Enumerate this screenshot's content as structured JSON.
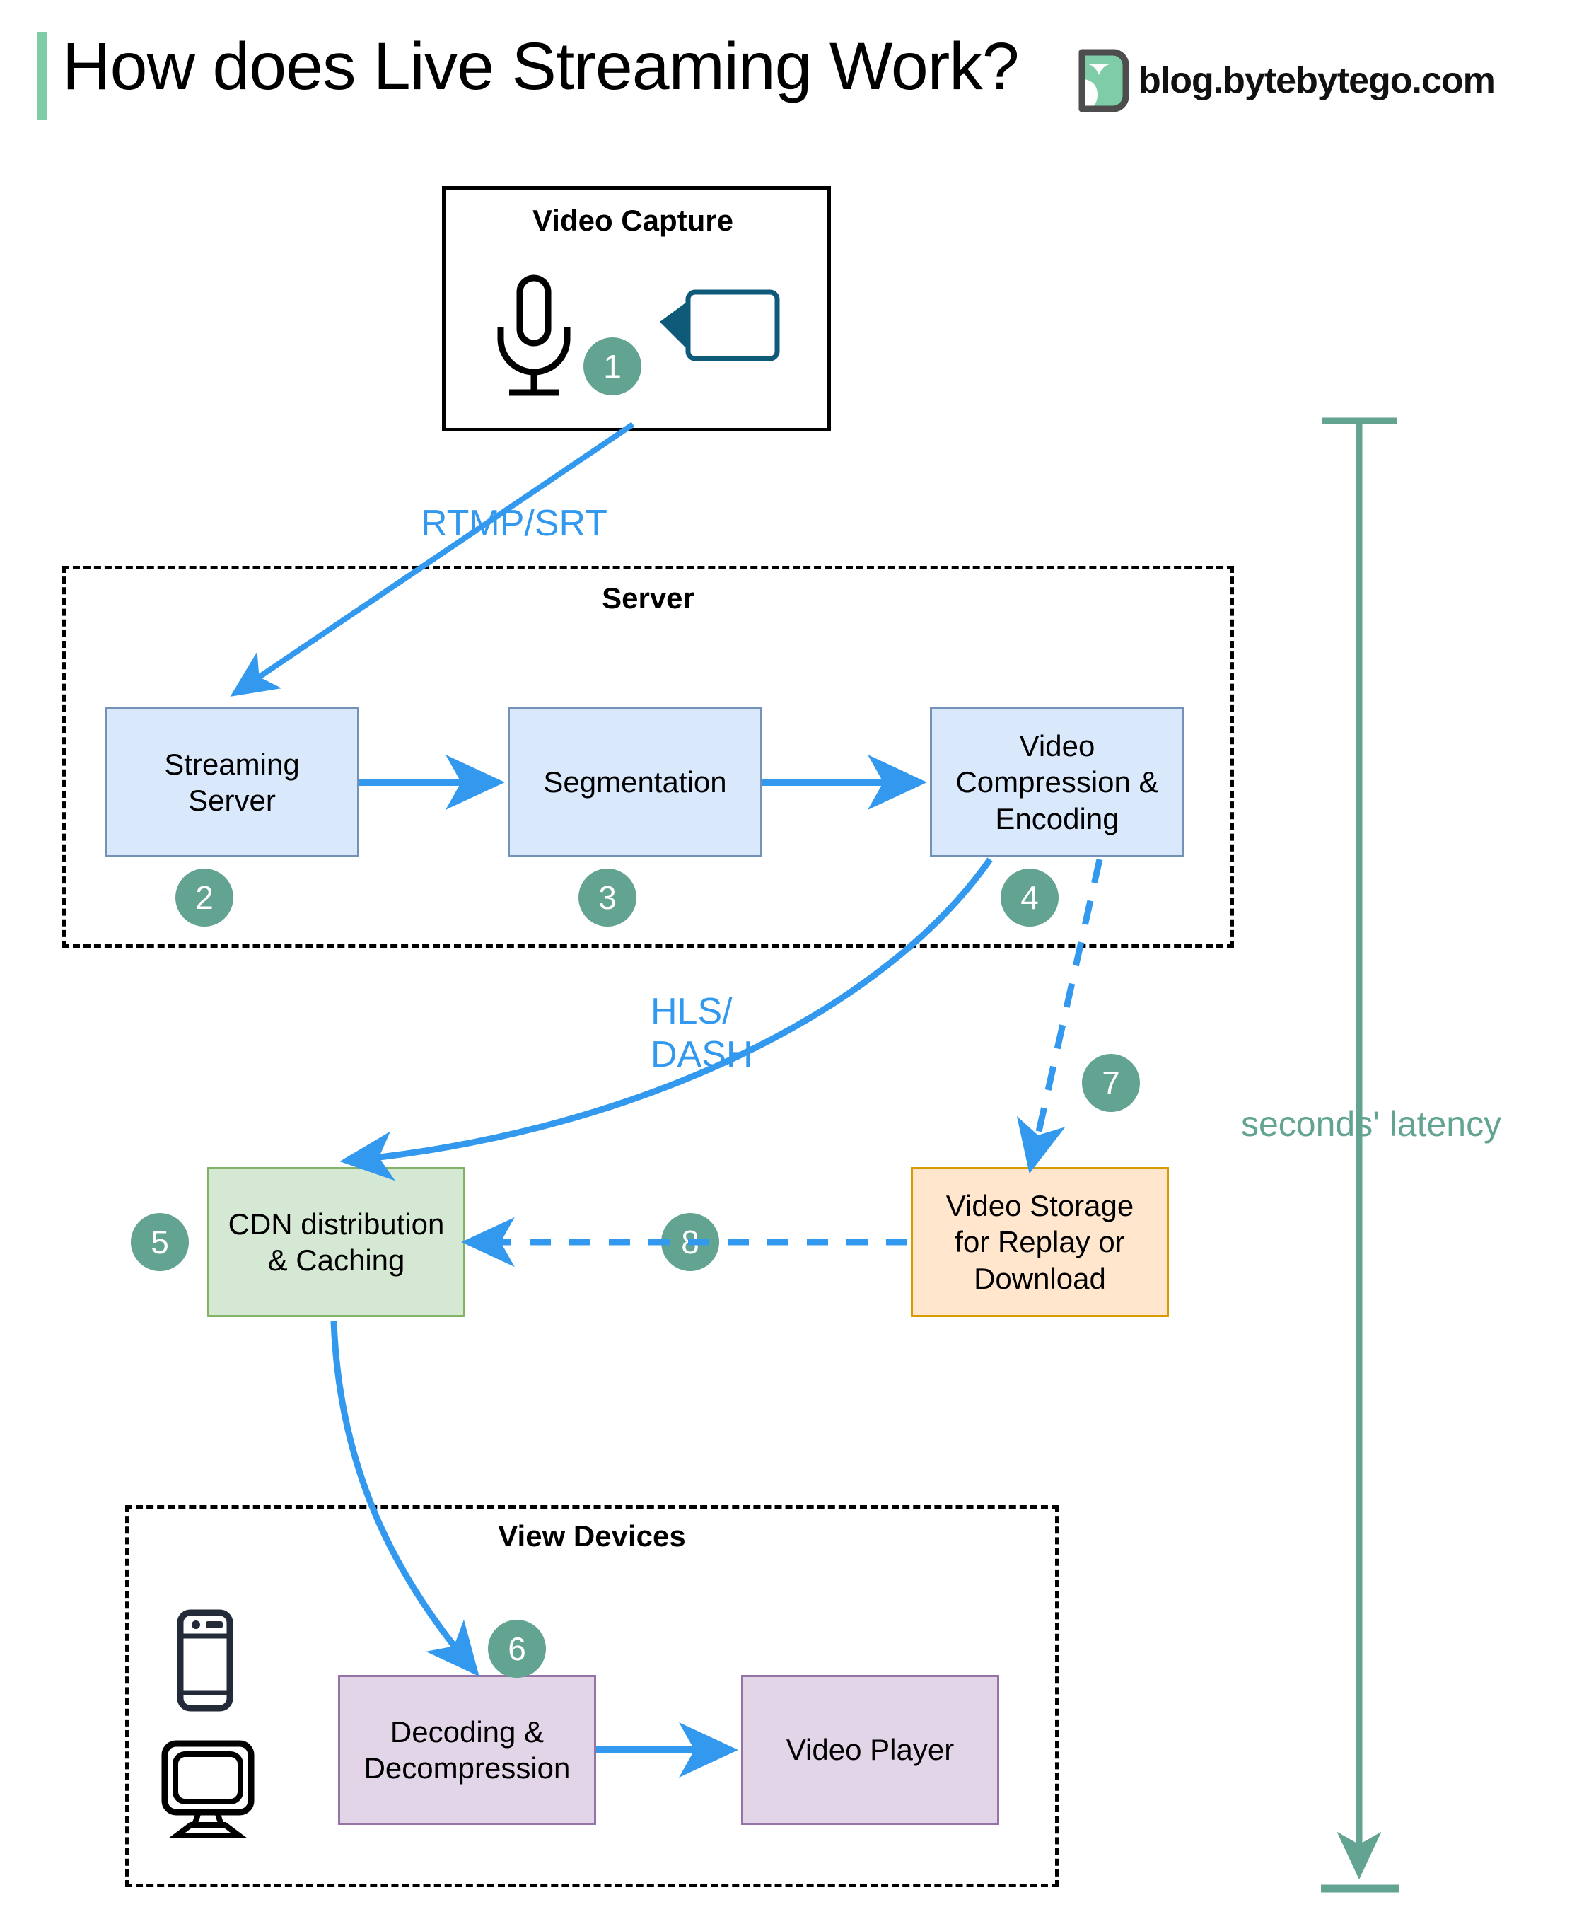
{
  "header": {
    "title": "How does Live Streaming Work?",
    "brand_text": "blog.bytebytego.com",
    "accent_color": "#7ECCA8",
    "logo_icon": "bytebytego-logo-icon"
  },
  "groups": {
    "capture": {
      "title": "Video Capture",
      "icons": [
        "microphone-icon",
        "video-camera-icon"
      ]
    },
    "server": {
      "title": "Server"
    },
    "view_devices": {
      "title": "View Devices",
      "icons": [
        "mobile-phone-icon",
        "desktop-monitor-icon"
      ]
    }
  },
  "nodes": [
    {
      "id": "streaming-server",
      "label": "Streaming\nServer",
      "fill": "#DAE8FC",
      "stroke": "#7491B8"
    },
    {
      "id": "segmentation",
      "label": "Segmentation",
      "fill": "#DAE8FC",
      "stroke": "#7491B8"
    },
    {
      "id": "video-compression-encoding",
      "label": "Video\nCompression &\nEncoding",
      "fill": "#DAE8FC",
      "stroke": "#7491B8"
    },
    {
      "id": "cdn-distribution-caching",
      "label": "CDN distribution\n& Caching",
      "fill": "#D5E8D4",
      "stroke": "#82B366"
    },
    {
      "id": "video-storage",
      "label": "Video Storage\nfor Replay or\nDownload",
      "fill": "#FFE6CC",
      "stroke": "#D79B00"
    },
    {
      "id": "decoding-decompression",
      "label": "Decoding &\nDecompression",
      "fill": "#E1D5E7",
      "stroke": "#9673A6"
    },
    {
      "id": "video-player",
      "label": "Video Player",
      "fill": "#E1D5E7",
      "stroke": "#9673A6"
    }
  ],
  "badges": [
    {
      "id": "badge-1",
      "number": "1"
    },
    {
      "id": "badge-2",
      "number": "2"
    },
    {
      "id": "badge-3",
      "number": "3"
    },
    {
      "id": "badge-4",
      "number": "4"
    },
    {
      "id": "badge-5",
      "number": "5"
    },
    {
      "id": "badge-6",
      "number": "6"
    },
    {
      "id": "badge-7",
      "number": "7"
    },
    {
      "id": "badge-8",
      "number": "8"
    }
  ],
  "edge_labels": {
    "rtmp_srt": "RTMP/SRT",
    "hls_dash": "HLS/\nDASH"
  },
  "annotations": {
    "latency": "seconds' latency",
    "latency_color": "#62A391"
  },
  "colors": {
    "arrow_blue": "#3399EE",
    "badge_green": "#62A391",
    "camera_icon": "#0F5A78"
  }
}
